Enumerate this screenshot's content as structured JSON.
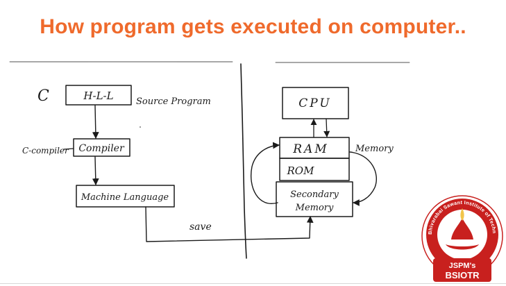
{
  "slide": {
    "title": "How program gets executed on computer.."
  },
  "diagram": {
    "left": {
      "language_label": "C",
      "hll_box": "H-L-L",
      "source_program_label": "Source Program",
      "compiler_side_label": "C-compiler",
      "compiler_box": "Compiler",
      "machine_language_box": "Machine Language",
      "save_label": "save"
    },
    "right": {
      "cpu_box": "CPU",
      "ram_box": "RAM",
      "memory_label": "Memory",
      "rom_box": "ROM",
      "secondary_line1": "Secondary",
      "secondary_line2": "Memory"
    }
  },
  "logo": {
    "ring_text": "Bhivarabai Sawant Institute of Technology & Research",
    "org_line1": "JSPM's",
    "org_line2": "BSIOTR",
    "primary_color": "#c8201e",
    "accent_color": "#f1c44a"
  },
  "colors": {
    "title": "#ef6a2c",
    "ink": "#1a1a1a"
  }
}
